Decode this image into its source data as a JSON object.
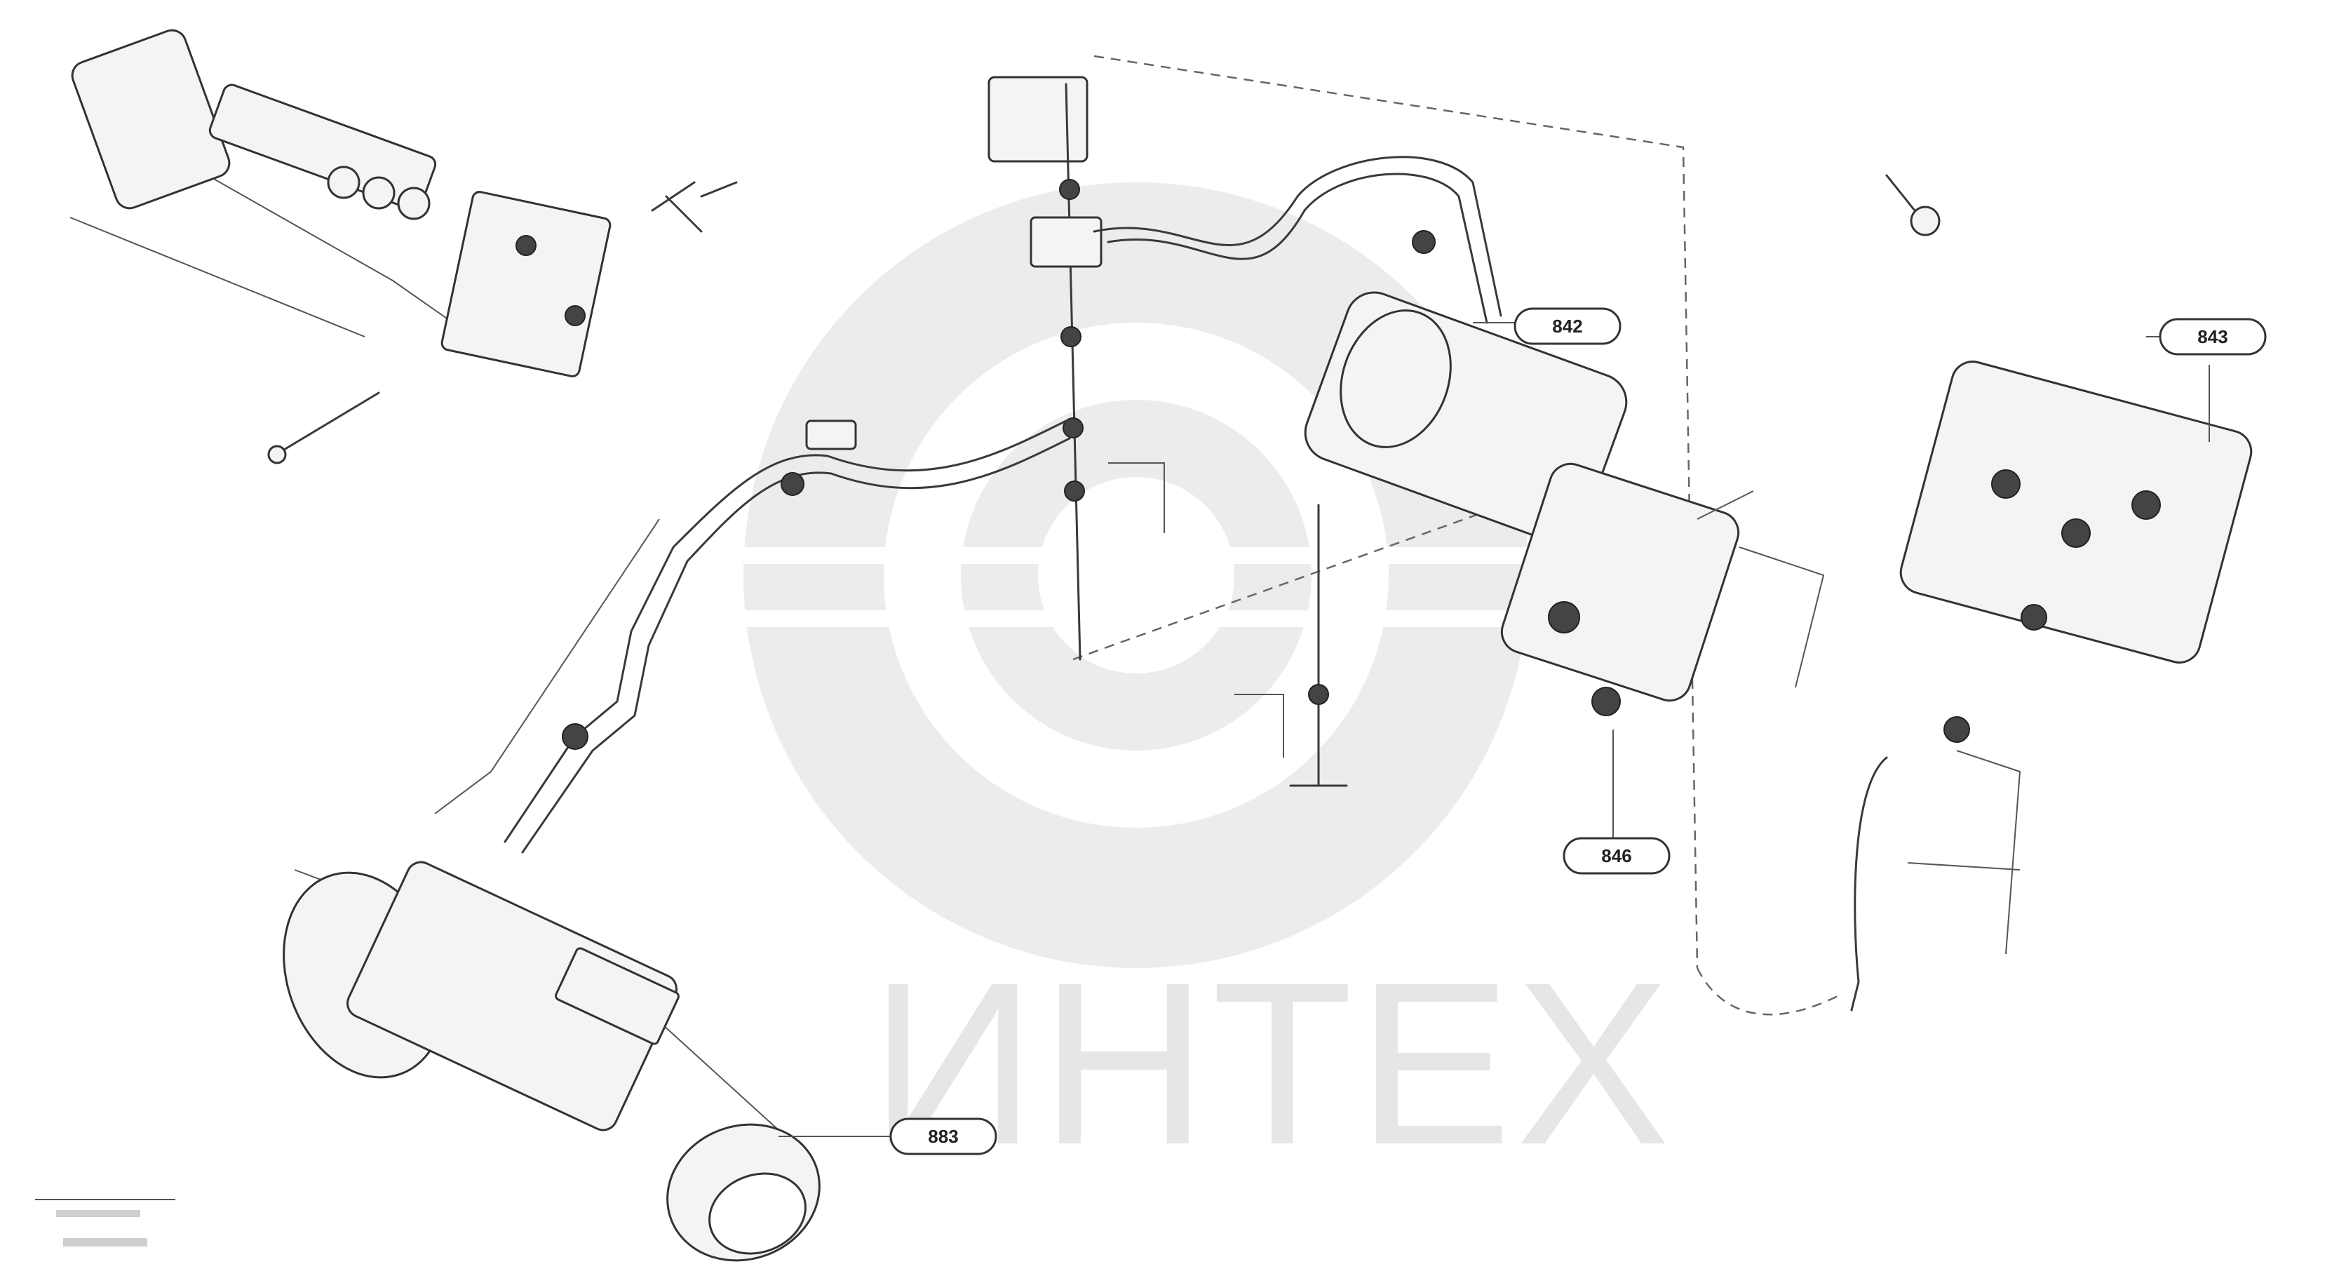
{
  "watermark": {
    "text": "ИНТЕХ",
    "color": "#e6e6e6"
  },
  "callouts": [
    {
      "id": "callout-top-right-hose",
      "label": "842"
    },
    {
      "id": "callout-valve-block",
      "label": "843"
    },
    {
      "id": "callout-pump-bottom",
      "label": "846"
    },
    {
      "id": "callout-motor",
      "label": "883"
    }
  ],
  "footer": {
    "line1": "",
    "line2": ""
  }
}
